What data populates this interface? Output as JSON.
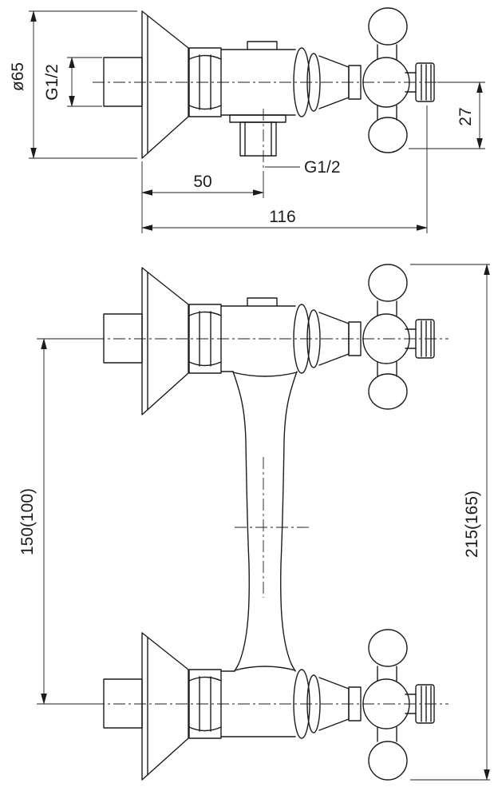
{
  "drawing": {
    "side_view": {
      "flange_diameter": "ø65",
      "inlet_thread": "G1/2",
      "outlet_thread": "G1/2",
      "handle_offset": "27",
      "outlet_distance": "50",
      "overall_width": "116"
    },
    "front_view": {
      "connection_spacing": "150(100)",
      "overall_height": "215(165)"
    },
    "line_color": "#1c1c1c",
    "background_color": "#ffffff"
  }
}
